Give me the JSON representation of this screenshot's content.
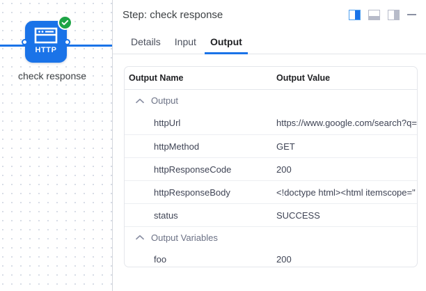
{
  "canvas": {
    "node": {
      "type_label": "HTTP",
      "name": "check response",
      "status_icon": "check-circle-icon",
      "icon": "http-window-icon",
      "accent_color": "#1a73e8",
      "status_color": "#1ea446"
    }
  },
  "panel": {
    "header": {
      "title": "Step: check response",
      "actions": [
        {
          "name": "dock-right-icon",
          "active": true
        },
        {
          "name": "dock-bottom-icon",
          "active": false
        },
        {
          "name": "dock-left-icon",
          "active": false
        },
        {
          "name": "minimize-icon",
          "active": false
        }
      ]
    },
    "tabs": [
      {
        "label": "Details",
        "active": false
      },
      {
        "label": "Input",
        "active": false
      },
      {
        "label": "Output",
        "active": true
      }
    ],
    "table": {
      "columns": {
        "name": "Output Name",
        "value": "Output Value"
      },
      "groups": [
        {
          "label": "Output",
          "expanded": true,
          "rows": [
            {
              "name": "httpUrl",
              "value": "https://www.google.com/search?q="
            },
            {
              "name": "httpMethod",
              "value": "GET"
            },
            {
              "name": "httpResponseCode",
              "value": "200"
            },
            {
              "name": "httpResponseBody",
              "value": "<!doctype html><html itemscope=\""
            },
            {
              "name": "status",
              "value": "SUCCESS"
            }
          ]
        },
        {
          "label": "Output Variables",
          "expanded": true,
          "rows": [
            {
              "name": "foo",
              "value": "200"
            }
          ]
        }
      ]
    }
  }
}
